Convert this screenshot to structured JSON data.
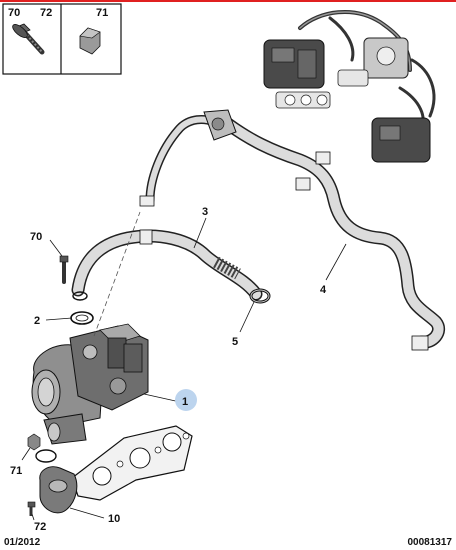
{
  "legend": {
    "cell_a": {
      "num_left": "70",
      "num_right": "72",
      "icon": "bolt-icon"
    },
    "cell_b": {
      "num": "71",
      "icon": "hex-nut-icon"
    }
  },
  "labels": {
    "p1": "1",
    "p2": "2",
    "p3": "3",
    "p4": "4",
    "p5": "5",
    "p10": "10",
    "p70": "70",
    "p71": "71",
    "p72": "72"
  },
  "footer": {
    "date": "01/2012",
    "ref": "00081317"
  },
  "colors": {
    "red_bar": "#e02020",
    "callout_circle": "#bcd4ee",
    "line": "#111111"
  }
}
